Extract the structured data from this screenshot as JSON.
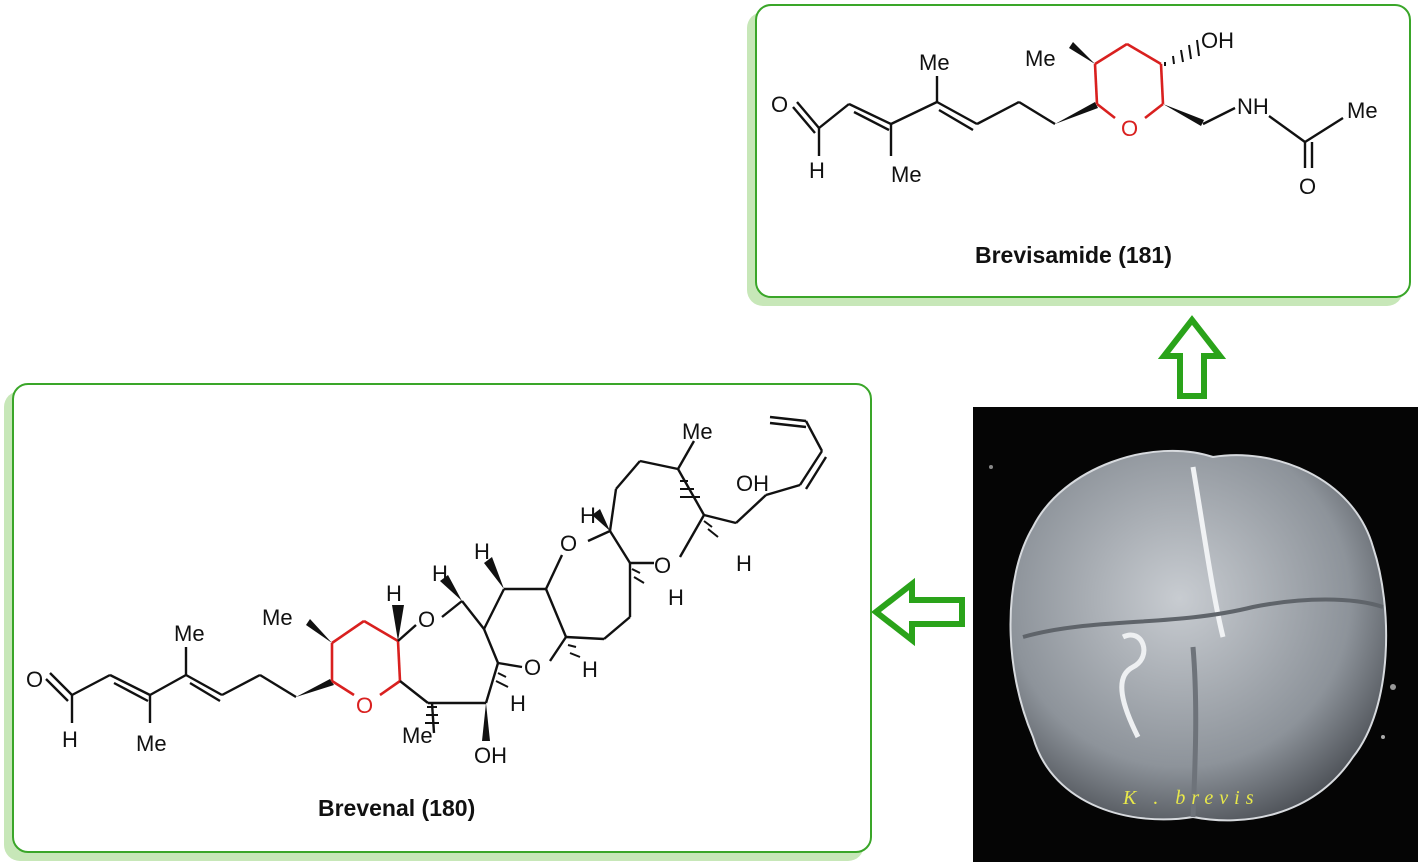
{
  "compounds": [
    {
      "caption": "Brevisamide (181)",
      "labels": {
        "me_top": "Me",
        "me_a": "Me",
        "me_b": "Me",
        "oh": "OH",
        "o_ald": "O",
        "h_ald": "H",
        "o_ring": "O",
        "nh": "NH",
        "me_acyl": "Me",
        "o_acyl": "O"
      }
    },
    {
      "caption": "Brevenal (180)",
      "labels": {
        "o_ald": "O",
        "h_ald": "H",
        "me_a": "Me",
        "me_b": "Me",
        "me_ring": "Me",
        "me_quat": "Me",
        "o_ring1": "O",
        "o2": "O",
        "o3": "O",
        "o4": "O",
        "o5": "O",
        "oh_low": "OH",
        "oh_top": "OH",
        "me_top": "Me",
        "h1": "H",
        "h2": "H",
        "h3": "H",
        "h4": "H",
        "h5": "H",
        "h6": "H",
        "h7": "H",
        "h8": "H"
      }
    }
  ],
  "micrograph": {
    "label": "K . brevis"
  },
  "colors": {
    "frame": "#3aa629",
    "shadow": "#c7e7b8",
    "ring_highlight": "#d9201f",
    "arrow": "#2aa31a",
    "species_label": "#e8e84a"
  }
}
